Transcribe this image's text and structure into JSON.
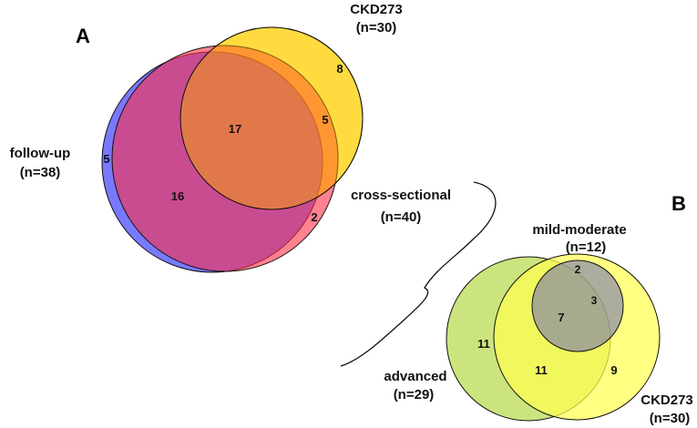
{
  "panel_a": {
    "label": "A",
    "sets": {
      "ckd273": {
        "name": "CKD273",
        "n": "(n=30)",
        "color": "#ffff66"
      },
      "follow_up": {
        "name": "follow-up",
        "n": "(n=38)",
        "color": "#6a6aff"
      },
      "cross_sectional": {
        "name": "cross-sectional",
        "n": "(n=40)",
        "color": "#f24a5a"
      }
    },
    "regions": {
      "ckd_only": "8",
      "ckd_cross": "5",
      "all_three": "17",
      "follow_only": "5",
      "follow_cross": "16",
      "cross_only": "2"
    }
  },
  "panel_b": {
    "label": "B",
    "sets": {
      "mild_moderate": {
        "name": "mild-moderate",
        "n": "(n=12)",
        "color": "#8a8acd"
      },
      "advanced": {
        "name": "advanced",
        "n": "(n=29)",
        "color": "#bedc5a"
      },
      "ckd273": {
        "name": "CKD273",
        "n": "(n=30)",
        "color": "#ffff66"
      }
    },
    "regions": {
      "mild_only": "2",
      "mild_ckd": "3",
      "all_three": "7",
      "advanced_only": "11",
      "advanced_ckd": "11",
      "ckd_only": "9"
    }
  }
}
